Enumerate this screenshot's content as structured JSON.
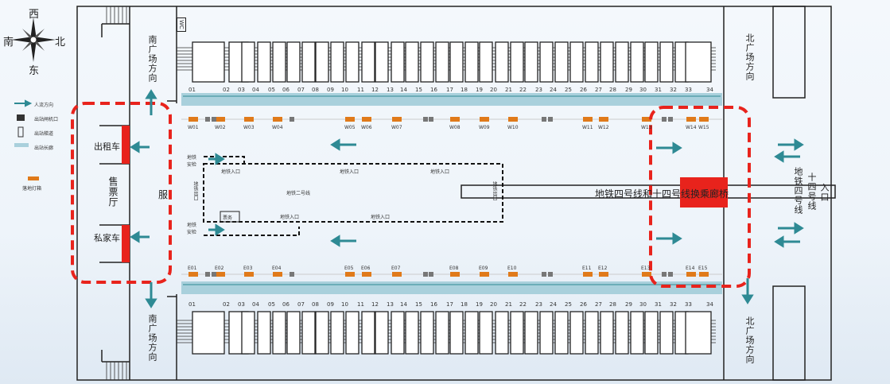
{
  "compass": {
    "west": "西",
    "south": "南",
    "north": "北",
    "east": "东"
  },
  "legend": [
    {
      "label": "人流方向",
      "icon": "arrow-icon"
    },
    {
      "label": "出站闸机口",
      "icon": "gate-icon"
    },
    {
      "label": "出站梯道",
      "icon": "stair-icon"
    },
    {
      "label": "出站长廊",
      "icon": "corridor-icon"
    },
    {
      "label": "落地灯箱",
      "icon": "lightbox-icon"
    }
  ],
  "labels": {
    "taxi": "出租车",
    "ticket_hall": "售票厅",
    "private_car": "私家车",
    "service": "服",
    "south_plaza_top": "南广场方向",
    "south_plaza_bottom": "南广场方向",
    "north_plaza_top": "北广场方向",
    "north_plaza_bottom": "北广场方向",
    "wc": "WC",
    "metro_line2": "地铁二号线",
    "metro_security": "地铁安检",
    "metro_exit": "地铁出口",
    "metro_entrance": "地铁入口",
    "ticket_service": "票务",
    "transfer_bridge": "地铁四号线和十四号线换乘廊桥",
    "line4": "地铁四号线",
    "line14": "十四号线",
    "entrance": "入口"
  },
  "gates": [
    "01",
    "02",
    "03",
    "04",
    "05",
    "06",
    "07",
    "08",
    "09",
    "10",
    "11",
    "12",
    "13",
    "14",
    "15",
    "16",
    "17",
    "18",
    "19",
    "20",
    "21",
    "22",
    "23",
    "24",
    "25",
    "26",
    "27",
    "28",
    "29",
    "30",
    "31",
    "32",
    "33",
    "34"
  ],
  "west_lightboxes": [
    "W01",
    "W02",
    "W03",
    "W04",
    "W05",
    "W06",
    "W07",
    "W08",
    "W09",
    "W10",
    "W11",
    "W12",
    "W13",
    "W14",
    "W15"
  ],
  "east_lightboxes": [
    "E01",
    "E02",
    "E03",
    "E04",
    "E05",
    "E06",
    "E07",
    "E08",
    "E09",
    "E10",
    "E11",
    "E12",
    "E13",
    "E14",
    "E15"
  ],
  "colors": {
    "highlight": "#e8231c",
    "arrow": "#2e8a94",
    "lightbox": "#e07a1a",
    "corridor": "#a9d0dc"
  }
}
